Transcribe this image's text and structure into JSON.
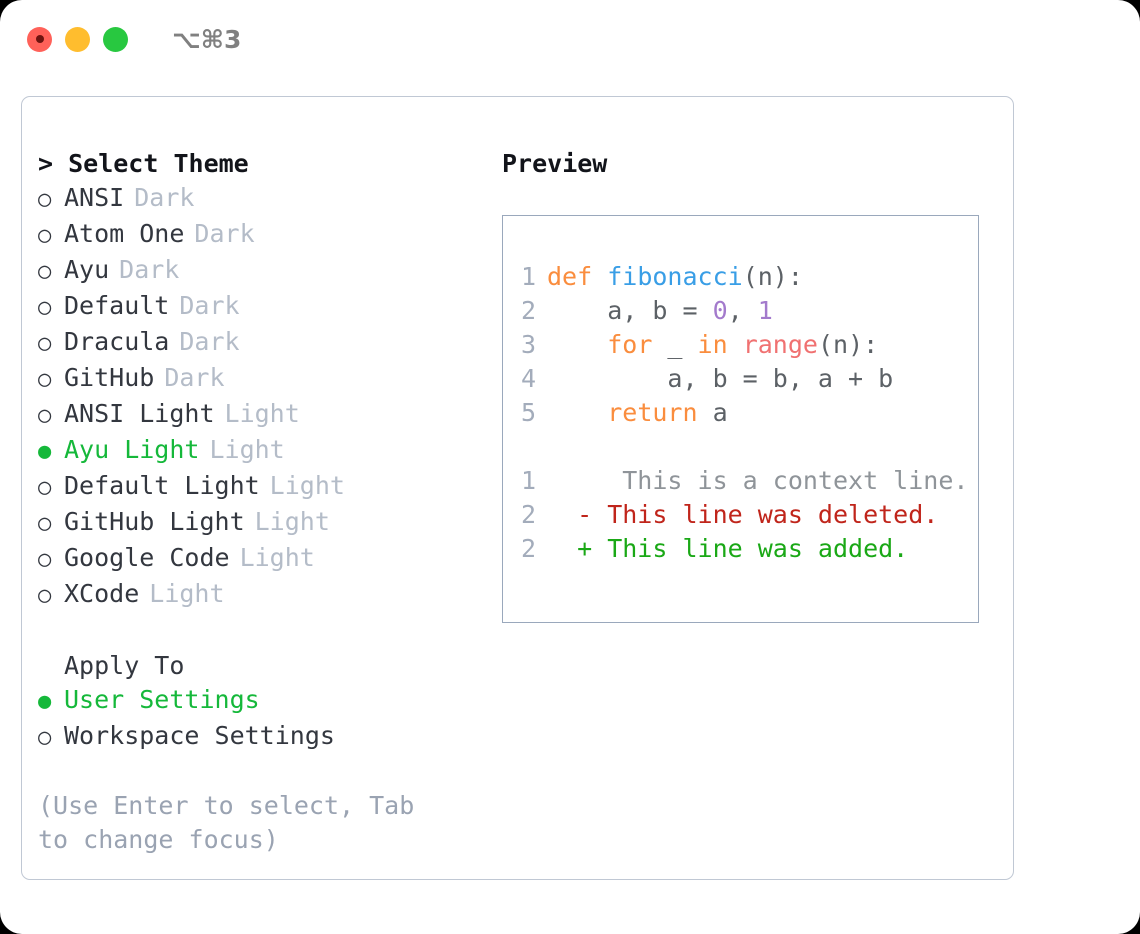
{
  "window": {
    "shortcut": "⌥⌘3",
    "traffic_lights": [
      {
        "name": "close",
        "color": "#ff6159"
      },
      {
        "name": "minimize",
        "color": "#ffbd2e"
      },
      {
        "name": "maximize",
        "color": "#28c840"
      }
    ]
  },
  "theme_picker": {
    "header": "> Select Theme",
    "bullet_unselected": "○",
    "bullet_selected": "●",
    "items": [
      {
        "label": "ANSI",
        "tag": "Dark",
        "selected": false
      },
      {
        "label": "Atom One",
        "tag": "Dark",
        "selected": false
      },
      {
        "label": "Ayu",
        "tag": "Dark",
        "selected": false
      },
      {
        "label": "Default",
        "tag": "Dark",
        "selected": false
      },
      {
        "label": "Dracula",
        "tag": "Dark",
        "selected": false
      },
      {
        "label": "GitHub",
        "tag": "Dark",
        "selected": false
      },
      {
        "label": "ANSI Light",
        "tag": "Light",
        "selected": false
      },
      {
        "label": "Ayu Light",
        "tag": "Light",
        "selected": true
      },
      {
        "label": "Default Light",
        "tag": "Light",
        "selected": false
      },
      {
        "label": "GitHub Light",
        "tag": "Light",
        "selected": false
      },
      {
        "label": "Google Code",
        "tag": "Light",
        "selected": false
      },
      {
        "label": "XCode",
        "tag": "Light",
        "selected": false
      }
    ]
  },
  "apply_to": {
    "header": "Apply To",
    "options": [
      {
        "label": "User Settings",
        "selected": true
      },
      {
        "label": "Workspace Settings",
        "selected": false
      }
    ]
  },
  "hint": "(Use Enter to select, Tab to change focus)",
  "preview": {
    "title": "Preview",
    "code_lines": [
      {
        "number": "1",
        "tokens": [
          {
            "text": "def ",
            "type": "kw"
          },
          {
            "text": "fibonacci",
            "type": "fn"
          },
          {
            "text": "(n):",
            "type": "punc"
          }
        ]
      },
      {
        "number": "2",
        "tokens": [
          {
            "text": "    a, b = ",
            "type": "txt"
          },
          {
            "text": "0",
            "type": "num"
          },
          {
            "text": ", ",
            "type": "txt"
          },
          {
            "text": "1",
            "type": "num"
          }
        ]
      },
      {
        "number": "3",
        "tokens": [
          {
            "text": "    ",
            "type": "txt"
          },
          {
            "text": "for",
            "type": "kw"
          },
          {
            "text": " _ ",
            "type": "txt"
          },
          {
            "text": "in",
            "type": "kw"
          },
          {
            "text": " ",
            "type": "txt"
          },
          {
            "text": "range",
            "type": "call"
          },
          {
            "text": "(n):",
            "type": "punc"
          }
        ]
      },
      {
        "number": "4",
        "tokens": [
          {
            "text": "        a, b = b, a + b",
            "type": "txt"
          }
        ]
      },
      {
        "number": "5",
        "tokens": [
          {
            "text": "    ",
            "type": "txt"
          },
          {
            "text": "return",
            "type": "kw"
          },
          {
            "text": " a",
            "type": "txt"
          }
        ]
      }
    ],
    "diff_lines": [
      {
        "number": "1",
        "marker": " ",
        "text": "  This is a context line.",
        "type": "context"
      },
      {
        "number": "2",
        "marker": "-",
        "text": " This line was deleted.",
        "type": "deleted"
      },
      {
        "number": "2",
        "marker": "+",
        "text": " This line was added.",
        "type": "added"
      }
    ]
  },
  "colors": {
    "accent_green": "#15b83a",
    "keyword": "#fa8d3e",
    "function": "#399ee6",
    "number": "#a37acc",
    "call": "#f07171",
    "text": "#5c6166",
    "diff_deleted": "#c0251b",
    "diff_added": "#1aa816",
    "muted": "#b4bcc8",
    "border": "#c0c8d4"
  }
}
